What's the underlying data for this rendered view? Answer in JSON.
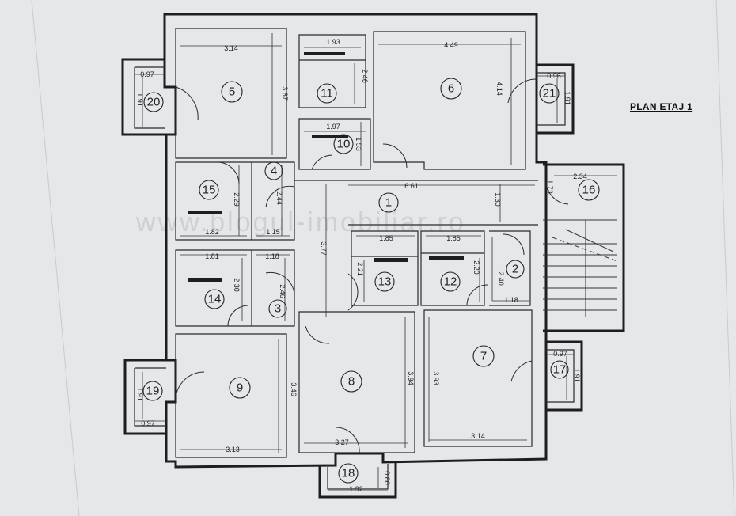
{
  "title": "PLAN ETAJ 1",
  "watermark": "www.blogul-imobiliar.ro",
  "rooms": {
    "r1": "1",
    "r2": "2",
    "r3": "3",
    "r4": "4",
    "r5": "5",
    "r6": "6",
    "r7": "7",
    "r8": "8",
    "r9": "9",
    "r10": "10",
    "r11": "11",
    "r12": "12",
    "r13": "13",
    "r14": "14",
    "r15": "15",
    "r16": "16",
    "r17": "17",
    "r18": "18",
    "r19": "19",
    "r20": "20",
    "r21": "21"
  },
  "dimensions": {
    "d5w": "3.14",
    "d5h": "3.67",
    "d11w": "1.93",
    "d11h": "2.46",
    "d6w": "4.49",
    "d6h": "4.14",
    "d21w": "0.96",
    "d21h": "1.91",
    "d20w": "0.97",
    "d20h": "1.91",
    "d10w": "1.97",
    "d10h": "1.53",
    "d15h": "2.29",
    "d15w": "1.82",
    "d4h": "2.44",
    "d4w": "1.15",
    "d1w": "6.61",
    "d1h": "1.30",
    "d1c": "3.77",
    "d16w": "2.34",
    "d16h": "1.73",
    "d14w": "1.81",
    "d14h": "2.30",
    "d3w": "1.18",
    "d3h": "2.46",
    "d13w": "1.85",
    "d13h": "2.21",
    "d12w": "1.85",
    "d12h": "2.20",
    "d2h": "2.40",
    "d2w": "1.18",
    "d9h": "3.46",
    "d9w": "3.13",
    "d8h": "3.94",
    "d8w": "3.27",
    "d7h": "3.93",
    "d7w": "3.14",
    "d17w": "0.97",
    "d17h": "1.91",
    "d19w": "0.97",
    "d19h": "1.91",
    "d18w": "1.92",
    "d18h": "0.80"
  }
}
